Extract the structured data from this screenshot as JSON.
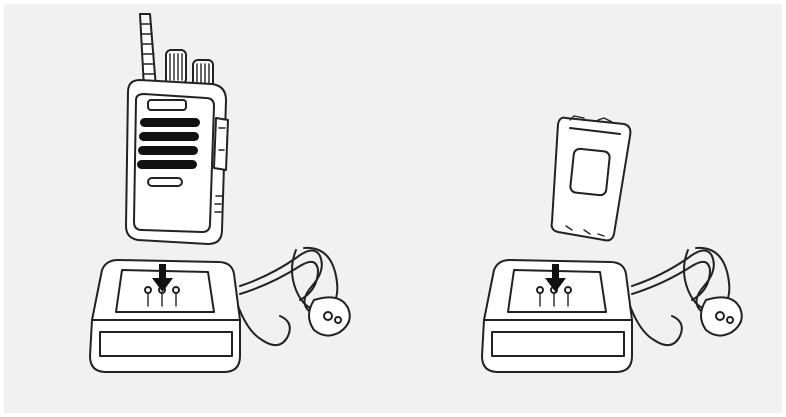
{
  "figure": {
    "panels": [
      {
        "id": "radio-charging",
        "device": "two-way-radio",
        "icon": "radio-icon",
        "action": "insert-down"
      },
      {
        "id": "battery-charging",
        "device": "battery-pack",
        "icon": "battery-icon",
        "action": "insert-down"
      }
    ],
    "colors": {
      "background": "#f1f1f1",
      "line": "#222222",
      "arrow": "#111111"
    }
  }
}
